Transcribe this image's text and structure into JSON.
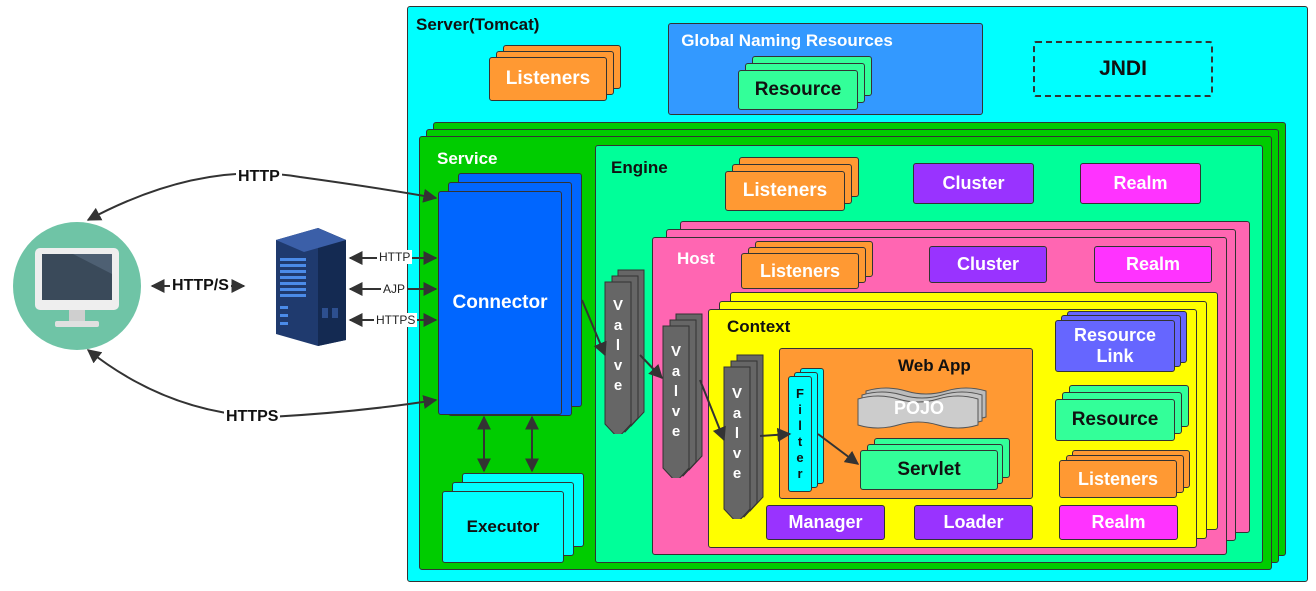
{
  "server": {
    "title": "Server(Tomcat)",
    "listeners": "Listeners",
    "jndi": "JNDI"
  },
  "global_naming": {
    "title": "Global Naming Resources",
    "resource": "Resource"
  },
  "service": {
    "title": "Service",
    "connector": "Connector",
    "executor": "Executor"
  },
  "engine": {
    "title": "Engine",
    "listeners": "Listeners",
    "cluster": "Cluster",
    "realm": "Realm",
    "valve": "Valve"
  },
  "host": {
    "title": "Host",
    "listeners": "Listeners",
    "cluster": "Cluster",
    "realm": "Realm",
    "valve": "Valve"
  },
  "context": {
    "title": "Context",
    "valve": "Valve",
    "resource_link": "Resource Link",
    "resource": "Resource",
    "listeners": "Listeners",
    "manager": "Manager",
    "loader": "Loader",
    "realm": "Realm"
  },
  "webapp": {
    "title": "Web App",
    "pojo": "POJO",
    "servlet": "Servlet",
    "filter": "Filter"
  },
  "protocols": {
    "client_http": "HTTP",
    "client_https": "HTTPS",
    "client_http_s": "HTTP/S",
    "proxy_http": "HTTP",
    "proxy_ajp": "AJP",
    "proxy_https": "HTTPS"
  },
  "colors": {
    "server": "#00FFFF",
    "global_naming": "#3399FF",
    "service": "#00CC00",
    "engine": "#00FF99",
    "host": "#FF66B2",
    "context": "#FFFF00",
    "webapp": "#FF9933",
    "listeners": "#FF9933",
    "resource": "#33FF99",
    "cluster": "#9933FF",
    "realm": "#FF33FF",
    "connector": "#0066FF",
    "valve": "#666666",
    "resource_link": "#6666FF",
    "executor": "#00FFFF"
  },
  "icons": [
    "monitor-icon",
    "server-rack-icon"
  ]
}
